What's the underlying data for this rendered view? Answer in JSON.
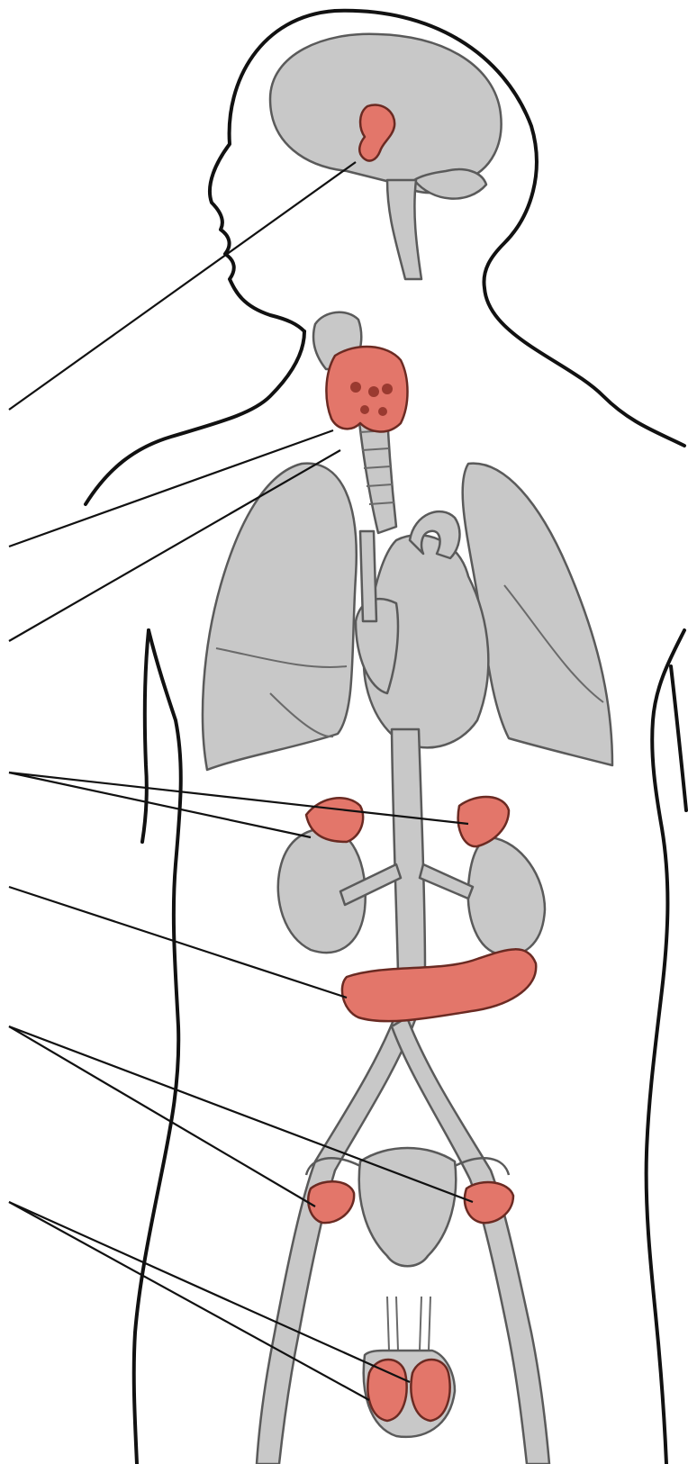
{
  "colors": {
    "background": "#ffffff",
    "outline": "#111111",
    "organ_fill": "#c8c8c8",
    "organ_stroke": "#5a5a5a",
    "gland_fill": "#e3766a",
    "gland_stroke": "#6b2a22"
  },
  "structures": [
    "head",
    "brain",
    "spinal-cord",
    "trachea",
    "lungs",
    "heart",
    "aorta",
    "kidneys",
    "blood-vessels",
    "uterus",
    "testes"
  ],
  "glands": [
    "pituitary",
    "thyroid",
    "parathyroid",
    "adrenal-left",
    "adrenal-right",
    "pancreas",
    "ovary-left",
    "ovary-right",
    "testis-left",
    "testis-right"
  ],
  "label_count": 7
}
